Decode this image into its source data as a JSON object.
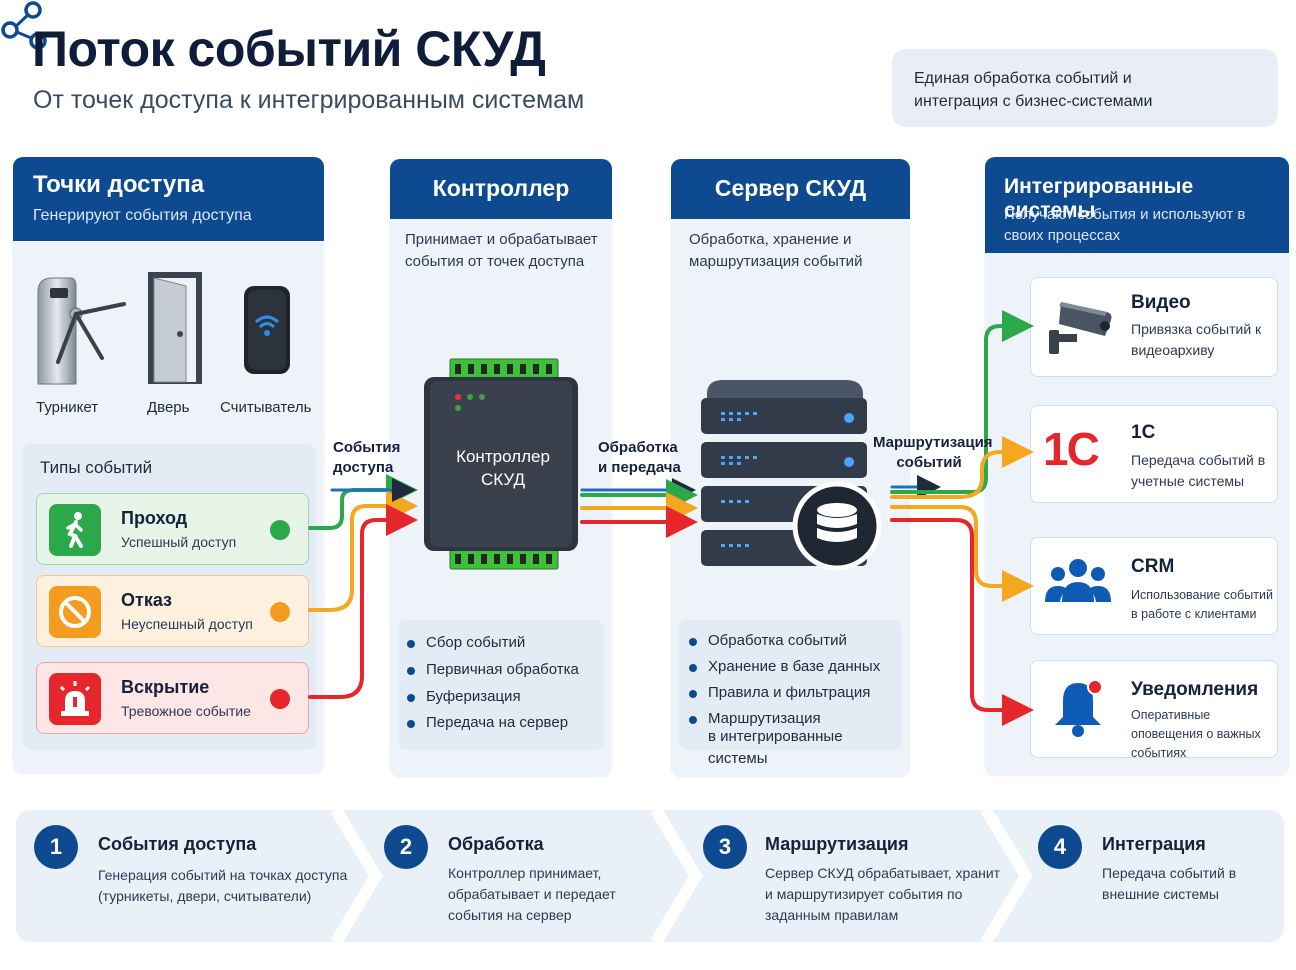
{
  "header": {
    "title": "Поток событий СКУД",
    "subtitle": "От точек доступа к интегрированным системам",
    "info_box": "Единая обработка событий и интеграция с бизнес-системами"
  },
  "access_points": {
    "title": "Точки доступа",
    "subtitle": "Генерируют события доступа",
    "devices": [
      "Турникет",
      "Дверь",
      "Считыватель"
    ],
    "event_types_title": "Типы событий",
    "events": [
      {
        "name": "Проход",
        "desc": "Успешный доступ",
        "color": "#2aa84a"
      },
      {
        "name": "Отказ",
        "desc": "Неуспешный доступ",
        "color": "#f39c1f"
      },
      {
        "name": "Вскрытие",
        "desc": "Тревожное событие",
        "color": "#e5262a"
      }
    ]
  },
  "controller": {
    "title": "Контроллер",
    "desc": "Принимает и обрабатывает события от точек доступа",
    "device_label": "Контроллер СКУД",
    "bullets": [
      "Сбор событий",
      "Первичная обработка",
      "Буферизация",
      "Передача на сервер"
    ]
  },
  "server": {
    "title": "Сервер СКУД",
    "desc": "Обработка, хранение и маршрутизация событий",
    "bullets": [
      "Обработка событий",
      "Хранение в базе данных",
      "Правила и фильтрация",
      "Маршрутизация",
      "в интегрированные системы"
    ]
  },
  "integrations": {
    "title": "Интегрированные системы",
    "subtitle": "Получают события и используют в своих процессах",
    "items": [
      {
        "name": "Видео",
        "desc": "Привязка событий к видеоархиву"
      },
      {
        "name": "1С",
        "desc": "Передача событий в учетные системы",
        "logo": "1С"
      },
      {
        "name": "CRM",
        "desc": "Использование событий в работе с клиентами"
      },
      {
        "name": "Уведомления",
        "desc": "Оперативные оповещения о важных событиях"
      }
    ]
  },
  "flow_labels": {
    "events": "События доступа",
    "processing": "Обработка и передача",
    "routing": "Маршрутизация событий"
  },
  "steps": [
    {
      "num": "1",
      "title": "События доступа",
      "desc": "Генерация событий на точках доступа (турникеты, двери, считыватели)"
    },
    {
      "num": "2",
      "title": "Обработка",
      "desc": "Контроллер принимает, обрабатывает и передает события на сервер"
    },
    {
      "num": "3",
      "title": "Маршрутизация",
      "desc": "Сервер СКУД обрабатывает, хранит и маршрутизирует события по заданным правилам"
    },
    {
      "num": "4",
      "title": "Интеграция",
      "desc": "Передача событий в внешние системы"
    }
  ],
  "colors": {
    "primary": "#0d4a8f",
    "green": "#2aa84a",
    "orange": "#f39c1f",
    "red": "#e5262a",
    "blue_line": "#1e6fc2"
  }
}
